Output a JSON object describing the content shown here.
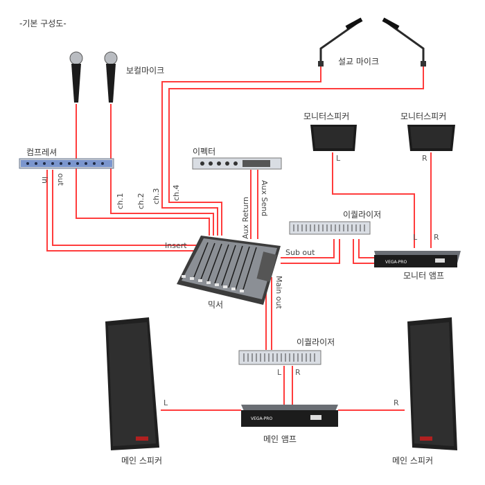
{
  "title": "-기본 구성도-",
  "labels": {
    "vocal_mic": "보컬마이크",
    "preach_mic": "설교 마이크",
    "monitor_spk_left": "모니터스피커",
    "monitor_spk_right": "모니터스피커",
    "compressor": "컴프레셔",
    "effector": "이펙터",
    "eq_monitor": "이퀄라이저",
    "eq_main": "이퀄라이저",
    "mixer": "믹서",
    "monitor_amp": "모니터 앰프",
    "main_amp": "메인 앰프",
    "main_spk_left": "메인 스피커",
    "main_spk_right": "메인 스피커"
  },
  "signals": {
    "in": "in",
    "out": "out",
    "ch1": "ch.1",
    "ch2": "ch.2",
    "ch3": "ch.3",
    "ch4": "ch.4",
    "aux_return": "Aux Return",
    "aux_send": "Aux Send",
    "insert": "Insert",
    "sub_out": "Sub out",
    "main_out": "Main out",
    "L": "L",
    "R": "R"
  },
  "device_text": {
    "amp_brand": "VEGA-PRO"
  },
  "colors": {
    "wire": "#ff3b3b",
    "device_dark": "#1b1b1b",
    "device_silver": "#d9dde3",
    "rack_blue": "#3a68c9"
  }
}
